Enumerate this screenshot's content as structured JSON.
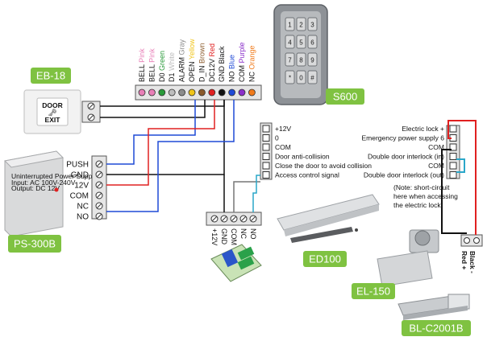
{
  "devices": {
    "eb18": "EB-18",
    "ps300b": "PS-300B",
    "s600": "S600",
    "ed100": "ED100",
    "el150": "EL-150",
    "blc2001b": "BL-C2001B"
  },
  "exit_button": {
    "line1": "DOOR",
    "line2": "EXIT"
  },
  "psu": {
    "title": "Uninterrupted Power Supply",
    "body1": "Input: AC 100V-240V",
    "body2": "Output: DC 12V"
  },
  "controller_terminals": [
    {
      "name": "BELL",
      "color": "Pink",
      "hex": "#e87fb7"
    },
    {
      "name": "BELL",
      "color": "Pink",
      "hex": "#e87fb7"
    },
    {
      "name": "D0",
      "color": "Green",
      "hex": "#2a9a3a"
    },
    {
      "name": "D1",
      "color": "White",
      "hex": "#bdbdbd"
    },
    {
      "name": "ALARM",
      "color": "Gray",
      "hex": "#8c8c8c"
    },
    {
      "name": "OPEN",
      "color": "Yellow",
      "hex": "#f0c419"
    },
    {
      "name": "D_IN",
      "color": "Brown",
      "hex": "#8a5a2b"
    },
    {
      "name": "DC12V",
      "color": "Red",
      "hex": "#e02020"
    },
    {
      "name": "GND",
      "color": "Black",
      "hex": "#111111"
    },
    {
      "name": "NO",
      "color": "Blue",
      "hex": "#1f4ad6"
    },
    {
      "name": "COM",
      "color": "Purple",
      "hex": "#8a2fc9"
    },
    {
      "name": "NC",
      "color": "Orange",
      "hex": "#f07a1a"
    }
  ],
  "psu_terminals": [
    "PUSH",
    "GND",
    "12V",
    "COM",
    "NC",
    "NO"
  ],
  "relay_terminals": [
    "+12V",
    "GND",
    "COM",
    "NC",
    "NO"
  ],
  "ed100_terminals": [
    "+12V",
    "0",
    "COM",
    "Door anti-collision",
    "Close the door to avoid collision",
    "Access control signal"
  ],
  "el150_terminals": [
    "Electric lock +",
    "Emergency power supply 6",
    "COM",
    "Double door interlock (in)",
    "COM",
    "Double door interlock (out)"
  ],
  "el150_note": [
    "(Note: short-circuit",
    "here when accessing",
    "the electric lock)"
  ],
  "bl_wires": {
    "black": "Black -",
    "red": "Red +"
  },
  "colors": {
    "green_tag": "#7fc241",
    "wire_red": "#e02020",
    "wire_black": "#111111",
    "wire_blue": "#1f4ad6",
    "wire_cyan": "#2aa7c9",
    "wire_gray": "#777777"
  },
  "keypad_keys": [
    "1",
    "2",
    "3",
    "4",
    "5",
    "6",
    "7",
    "8",
    "9",
    "*",
    "0",
    "#"
  ]
}
